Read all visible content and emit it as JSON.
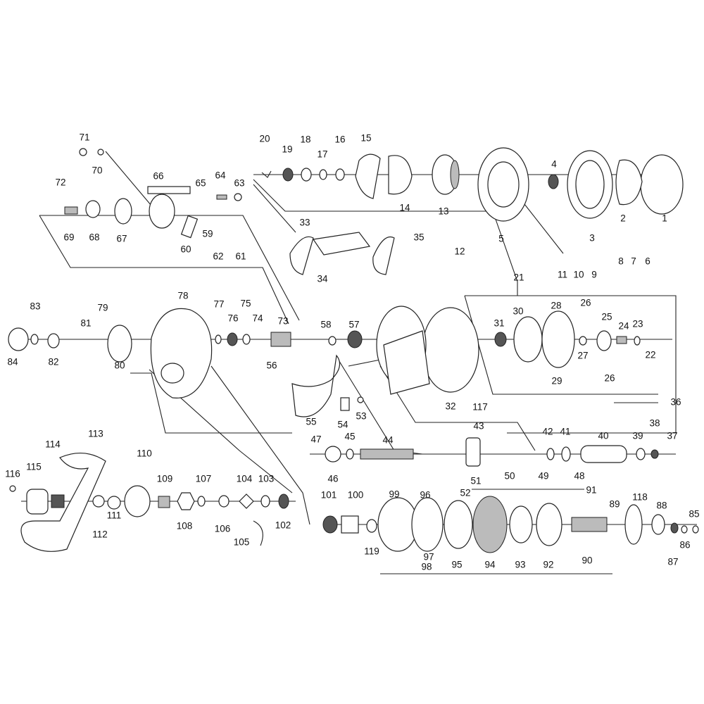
{
  "colors": {
    "ink": "#222222",
    "background": "#ffffff"
  },
  "labels": [
    {
      "id": "p71",
      "text": "71"
    },
    {
      "id": "p70",
      "text": "70"
    },
    {
      "id": "p72",
      "text": "72"
    },
    {
      "id": "p69",
      "text": "69"
    },
    {
      "id": "p68",
      "text": "68"
    },
    {
      "id": "p67",
      "text": "67"
    },
    {
      "id": "p66",
      "text": "66"
    },
    {
      "id": "p65",
      "text": "65"
    },
    {
      "id": "p64",
      "text": "64"
    },
    {
      "id": "p63",
      "text": "63"
    },
    {
      "id": "p60",
      "text": "60"
    },
    {
      "id": "p59",
      "text": "59"
    },
    {
      "id": "p62",
      "text": "62"
    },
    {
      "id": "p61",
      "text": "61"
    },
    {
      "id": "p20",
      "text": "20"
    },
    {
      "id": "p19",
      "text": "19"
    },
    {
      "id": "p18",
      "text": "18"
    },
    {
      "id": "p17",
      "text": "17"
    },
    {
      "id": "p16",
      "text": "16"
    },
    {
      "id": "p15",
      "text": "15"
    },
    {
      "id": "p14",
      "text": "14"
    },
    {
      "id": "p13",
      "text": "13"
    },
    {
      "id": "p12",
      "text": "12"
    },
    {
      "id": "p5",
      "text": "5"
    },
    {
      "id": "p4",
      "text": "4"
    },
    {
      "id": "p3",
      "text": "3"
    },
    {
      "id": "p2",
      "text": "2"
    },
    {
      "id": "p1",
      "text": "1"
    },
    {
      "id": "p11",
      "text": "11"
    },
    {
      "id": "p10",
      "text": "10"
    },
    {
      "id": "p9",
      "text": "9"
    },
    {
      "id": "p8",
      "text": "8"
    },
    {
      "id": "p7",
      "text": "7"
    },
    {
      "id": "p6",
      "text": "6"
    },
    {
      "id": "p33",
      "text": "33"
    },
    {
      "id": "p34",
      "text": "34"
    },
    {
      "id": "p35",
      "text": "35"
    },
    {
      "id": "p21",
      "text": "21"
    },
    {
      "id": "p30",
      "text": "30"
    },
    {
      "id": "p28",
      "text": "28"
    },
    {
      "id": "p26a",
      "text": "26"
    },
    {
      "id": "p25",
      "text": "25"
    },
    {
      "id": "p24",
      "text": "24"
    },
    {
      "id": "p23",
      "text": "23"
    },
    {
      "id": "p22",
      "text": "22"
    },
    {
      "id": "p31",
      "text": "31"
    },
    {
      "id": "p27",
      "text": "27"
    },
    {
      "id": "p29",
      "text": "29"
    },
    {
      "id": "p26b",
      "text": "26"
    },
    {
      "id": "p83",
      "text": "83"
    },
    {
      "id": "p84",
      "text": "84"
    },
    {
      "id": "p82",
      "text": "82"
    },
    {
      "id": "p81",
      "text": "81"
    },
    {
      "id": "p79",
      "text": "79"
    },
    {
      "id": "p78",
      "text": "78"
    },
    {
      "id": "p80",
      "text": "80"
    },
    {
      "id": "p77",
      "text": "77"
    },
    {
      "id": "p76",
      "text": "76"
    },
    {
      "id": "p75",
      "text": "75"
    },
    {
      "id": "p74",
      "text": "74"
    },
    {
      "id": "p73",
      "text": "73"
    },
    {
      "id": "p58",
      "text": "58"
    },
    {
      "id": "p57",
      "text": "57"
    },
    {
      "id": "p56",
      "text": "56"
    },
    {
      "id": "p55",
      "text": "55"
    },
    {
      "id": "p54",
      "text": "54"
    },
    {
      "id": "p53",
      "text": "53"
    },
    {
      "id": "p32",
      "text": "32"
    },
    {
      "id": "p117",
      "text": "117"
    },
    {
      "id": "p36",
      "text": "36"
    },
    {
      "id": "p47",
      "text": "47"
    },
    {
      "id": "p46",
      "text": "46"
    },
    {
      "id": "p45",
      "text": "45"
    },
    {
      "id": "p44",
      "text": "44"
    },
    {
      "id": "p43",
      "text": "43"
    },
    {
      "id": "p42",
      "text": "42"
    },
    {
      "id": "p41",
      "text": "41"
    },
    {
      "id": "p40",
      "text": "40"
    },
    {
      "id": "p39",
      "text": "39"
    },
    {
      "id": "p38",
      "text": "38"
    },
    {
      "id": "p37",
      "text": "37"
    },
    {
      "id": "p116",
      "text": "116"
    },
    {
      "id": "p115",
      "text": "115"
    },
    {
      "id": "p114",
      "text": "114"
    },
    {
      "id": "p113",
      "text": "113"
    },
    {
      "id": "p110",
      "text": "110"
    },
    {
      "id": "p112",
      "text": "112"
    },
    {
      "id": "p111",
      "text": "111"
    },
    {
      "id": "p109",
      "text": "109"
    },
    {
      "id": "p108",
      "text": "108"
    },
    {
      "id": "p107",
      "text": "107"
    },
    {
      "id": "p106",
      "text": "106"
    },
    {
      "id": "p104",
      "text": "104"
    },
    {
      "id": "p103",
      "text": "103"
    },
    {
      "id": "p102",
      "text": "102"
    },
    {
      "id": "p105",
      "text": "105"
    },
    {
      "id": "p101",
      "text": "101"
    },
    {
      "id": "p100",
      "text": "100"
    },
    {
      "id": "p119",
      "text": "119"
    },
    {
      "id": "p99",
      "text": "99"
    },
    {
      "id": "p96",
      "text": "96"
    },
    {
      "id": "p95",
      "text": "95"
    },
    {
      "id": "p97",
      "text": "97"
    },
    {
      "id": "p98",
      "text": "98"
    },
    {
      "id": "p94",
      "text": "94"
    },
    {
      "id": "p93",
      "text": "93"
    },
    {
      "id": "p92",
      "text": "92"
    },
    {
      "id": "p50",
      "text": "50"
    },
    {
      "id": "p51",
      "text": "51"
    },
    {
      "id": "p52",
      "text": "52"
    },
    {
      "id": "p49",
      "text": "49"
    },
    {
      "id": "p48",
      "text": "48"
    },
    {
      "id": "p91",
      "text": "91"
    },
    {
      "id": "p89",
      "text": "89"
    },
    {
      "id": "p118",
      "text": "118"
    },
    {
      "id": "p88",
      "text": "88"
    },
    {
      "id": "p85",
      "text": "85"
    },
    {
      "id": "p86",
      "text": "86"
    },
    {
      "id": "p87",
      "text": "87"
    },
    {
      "id": "p90",
      "text": "90"
    }
  ]
}
